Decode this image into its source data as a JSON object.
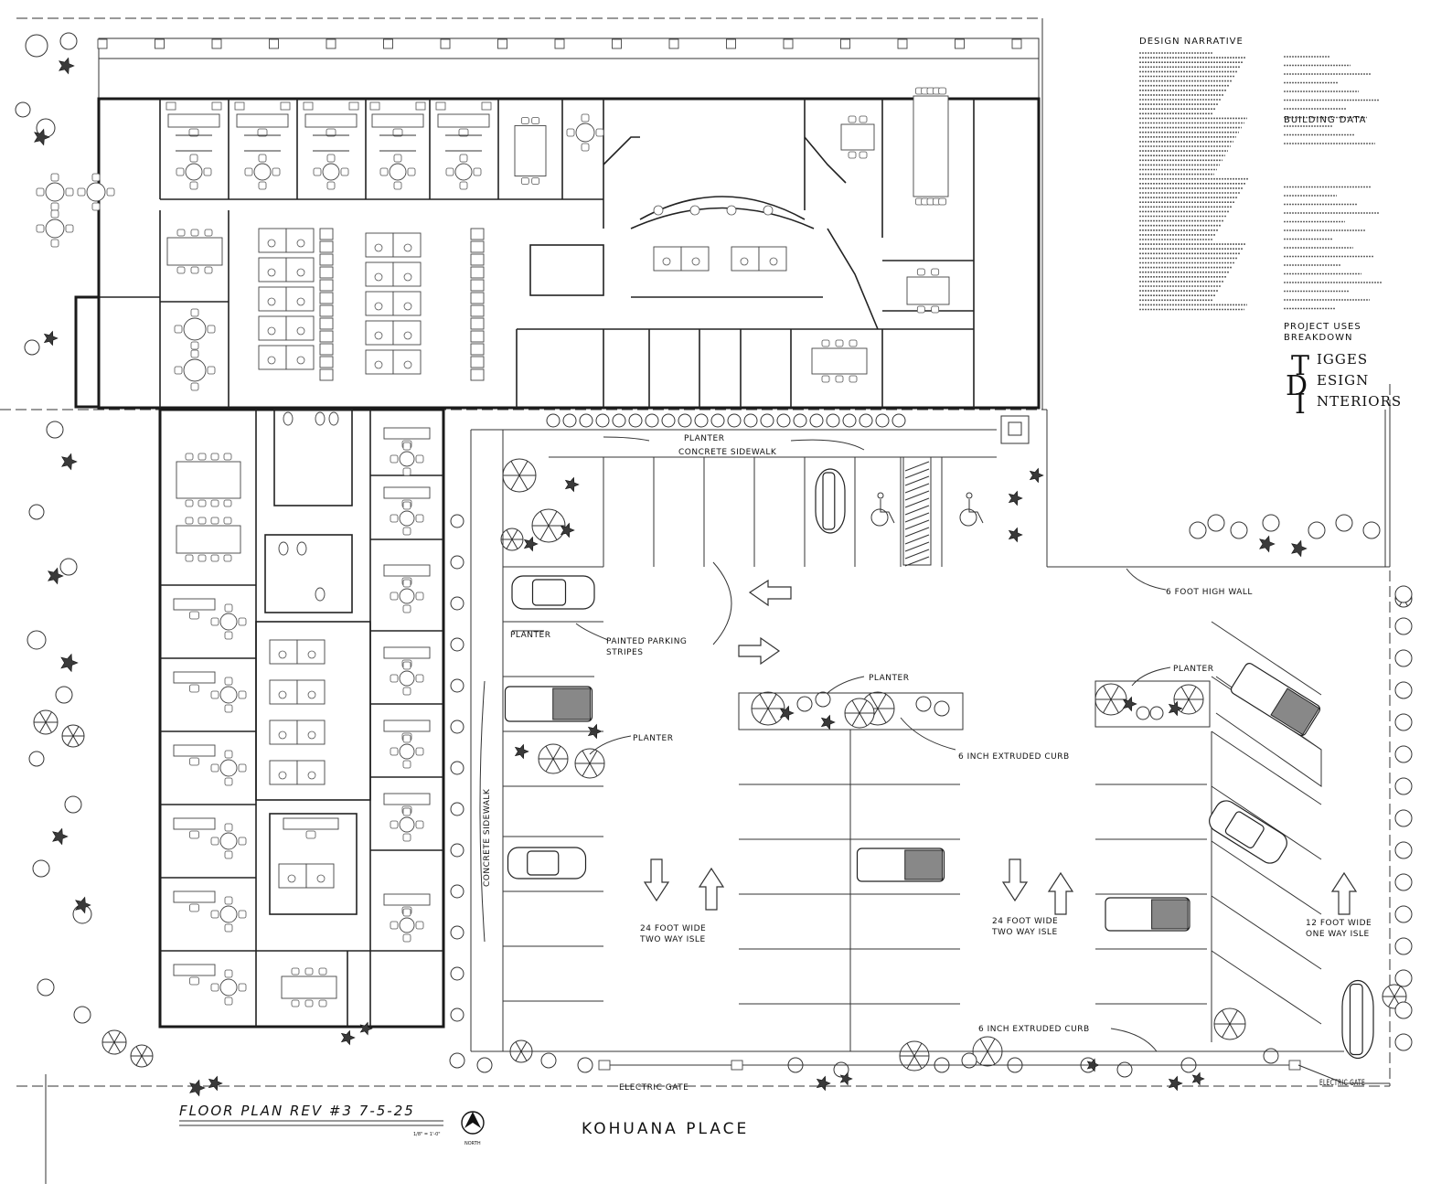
{
  "title_block": {
    "title": "FLOOR PLAN REV #3 7-5-25",
    "scale": "1/8\" = 1'-0\"",
    "north": "NORTH"
  },
  "street": "KOHUANA PLACE",
  "logo": {
    "letters": "TDI",
    "line1": "IGGES",
    "line2": "ESIGN",
    "line3": "NTERIORS"
  },
  "notes": {
    "narrative_heading": "DESIGN NARRATIVE",
    "building_heading": "BUILDING DATA",
    "project_heading": "PROJECT USES",
    "project_sub": "BREAKDOWN"
  },
  "site_labels": {
    "planter": "PLANTER",
    "concrete_sidewalk": "CONCRETE SIDEWALK",
    "painted_stripes_1": "PAINTED PARKING",
    "painted_stripes_2": "STRIPES",
    "six_foot_wall": "6 FOOT HIGH WALL",
    "extruded_curb": "6 INCH EXTRUDED CURB",
    "two_way_1": "24 FOOT WIDE",
    "two_way_2": "TWO WAY ISLE",
    "one_way_1": "12 FOOT WIDE",
    "one_way_2": "ONE WAY ISLE",
    "electric_gate": "ELECTRIC GATE",
    "electric_gate_2": "GATE"
  },
  "colors": {
    "ink": "#1a1a1a",
    "paper": "#ffffff",
    "shrub": "#3a3a3a"
  }
}
